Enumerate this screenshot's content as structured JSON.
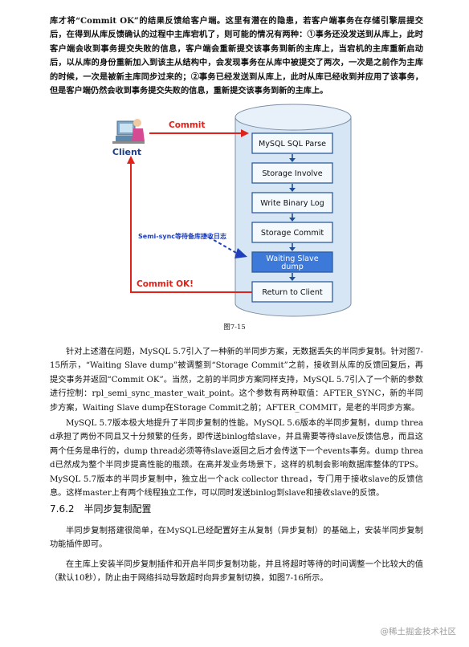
{
  "paragraphs": {
    "p1": "库才将“Commit OK”的结果反馈给客户端。这里有潜在的隐患，若客户端事务在存储引擎层提交后，在得到从库反馈确认的过程中主库宕机了，则可能的情况有两种：①事务还没发送到从库上，此时客户端会收到事务提交失败的信息，客户端会重新提交该事务到新的主库上，当宕机的主库重新启动后，以从库的身份重新加入到该主从结构中，会发现事务在从库中被提交了两次，一次是之前作为主库的时候，一次是被新主库同步过来的；②事务已经发送到从库上，此时从库已经收到并应用了该事务，但是客户端仍然会收到事务提交失败的信息，重新提交该事务到新的主库上。",
    "p2": "针对上述潜在问题，MySQL 5.7引入了一种新的半同步方案，无数据丢失的半同步复制。针对图7-15所示，“Waiting Slave dump”被调整到“Storage Commit”之前，接收到从库的反馈回复后，再提交事务并返回“Commit OK”。当然，之前的半同步方案同样支持，MySQL 5.7引入了一个新的参数进行控制：rpl_semi_sync_master_wait_point。这个参数有两种取值：AFTER_SYNC，新的半同步方案，Waiting Slave dump在Storage Commit之前；AFTER_COMMIT，是老的半同步方案。",
    "p3": "MySQL 5.7版本极大地提升了半同步复制的性能。MySQL 5.6版本的半同步复制，dump thread承担了两份不同且又十分频繁的任务，即传送binlog给slave，并且需要等待slave反馈信息，而且这两个任务是串行的，dump thread必须等待slave返回之后才会传送下一个events事务。dump thread已然成为整个半同步提高性能的瓶颈。在高并发业务场景下，这样的机制会影响数据库整体的TPS。MySQL 5.7版本的半同步复制中，独立出一个ack collector thread，专门用于接收slave的反馈信息。这样master上有两个线程独立工作，可以同时发送binlog到slave和接收slave的反馈。",
    "p4": "半同步复制搭建很简单，在MySQL已经配置好主从复制（异步复制）的基础上，安装半同步复制功能插件即可。",
    "p5": "在主库上安装半同步复制插件和开启半同步复制功能，并且将超时等待的时间调整一个比较大的值（默认10秒），防止由于网络抖动导致超时向异步复制切换，如图7-16所示。"
  },
  "diagram": {
    "client_label": "Client",
    "commit_label": "Commit",
    "commit_ok_label": "Commit OK!",
    "semi_sync_note": "Semi-sync等待备库接收日志",
    "steps": [
      {
        "line1": "MySQL SQL Parse",
        "line2": ""
      },
      {
        "line1": "Storage Involve",
        "line2": ""
      },
      {
        "line1": "Write Binary Log",
        "line2": ""
      },
      {
        "line1": "Storage Commit",
        "line2": ""
      },
      {
        "line1": "Waiting Slave",
        "line2": "dump"
      },
      {
        "line1": "Return to Client",
        "line2": ""
      }
    ],
    "highlight_step": 4,
    "colors": {
      "cylinder": "#d6e6f4",
      "box_fill": "#f4f9fe",
      "box_border": "#2e5d9f",
      "highlight_fill": "#3c79d8",
      "arrow_blue": "#1f4e94",
      "red": "#e0221b",
      "note_blue": "#1f3fbf"
    }
  },
  "caption": "图7-15",
  "section": {
    "number": "7.6.2",
    "title": "半同步复制配置"
  },
  "watermark": "@稀土掘金技术社区"
}
